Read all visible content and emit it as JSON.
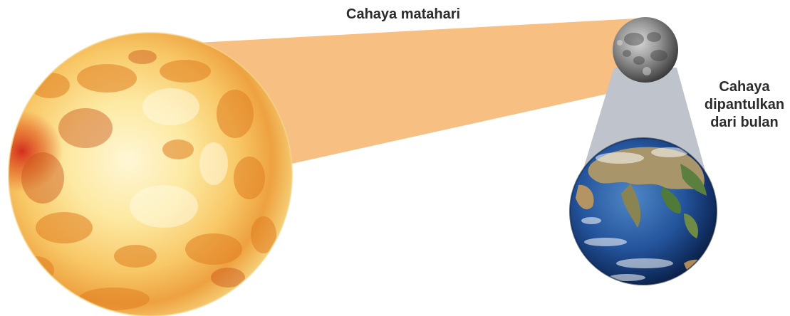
{
  "labels": {
    "sunlight": "Cahaya matahari",
    "reflected": [
      "Cahaya",
      "dipantulkan",
      "dari bulan"
    ]
  },
  "objects": {
    "sun": "sun",
    "moon": "moon",
    "earth": "earth"
  },
  "colors": {
    "sunlight_beam": "#f7bf82",
    "reflected_beam": "#bfc4cc",
    "label_text": "#2b2b2b"
  }
}
